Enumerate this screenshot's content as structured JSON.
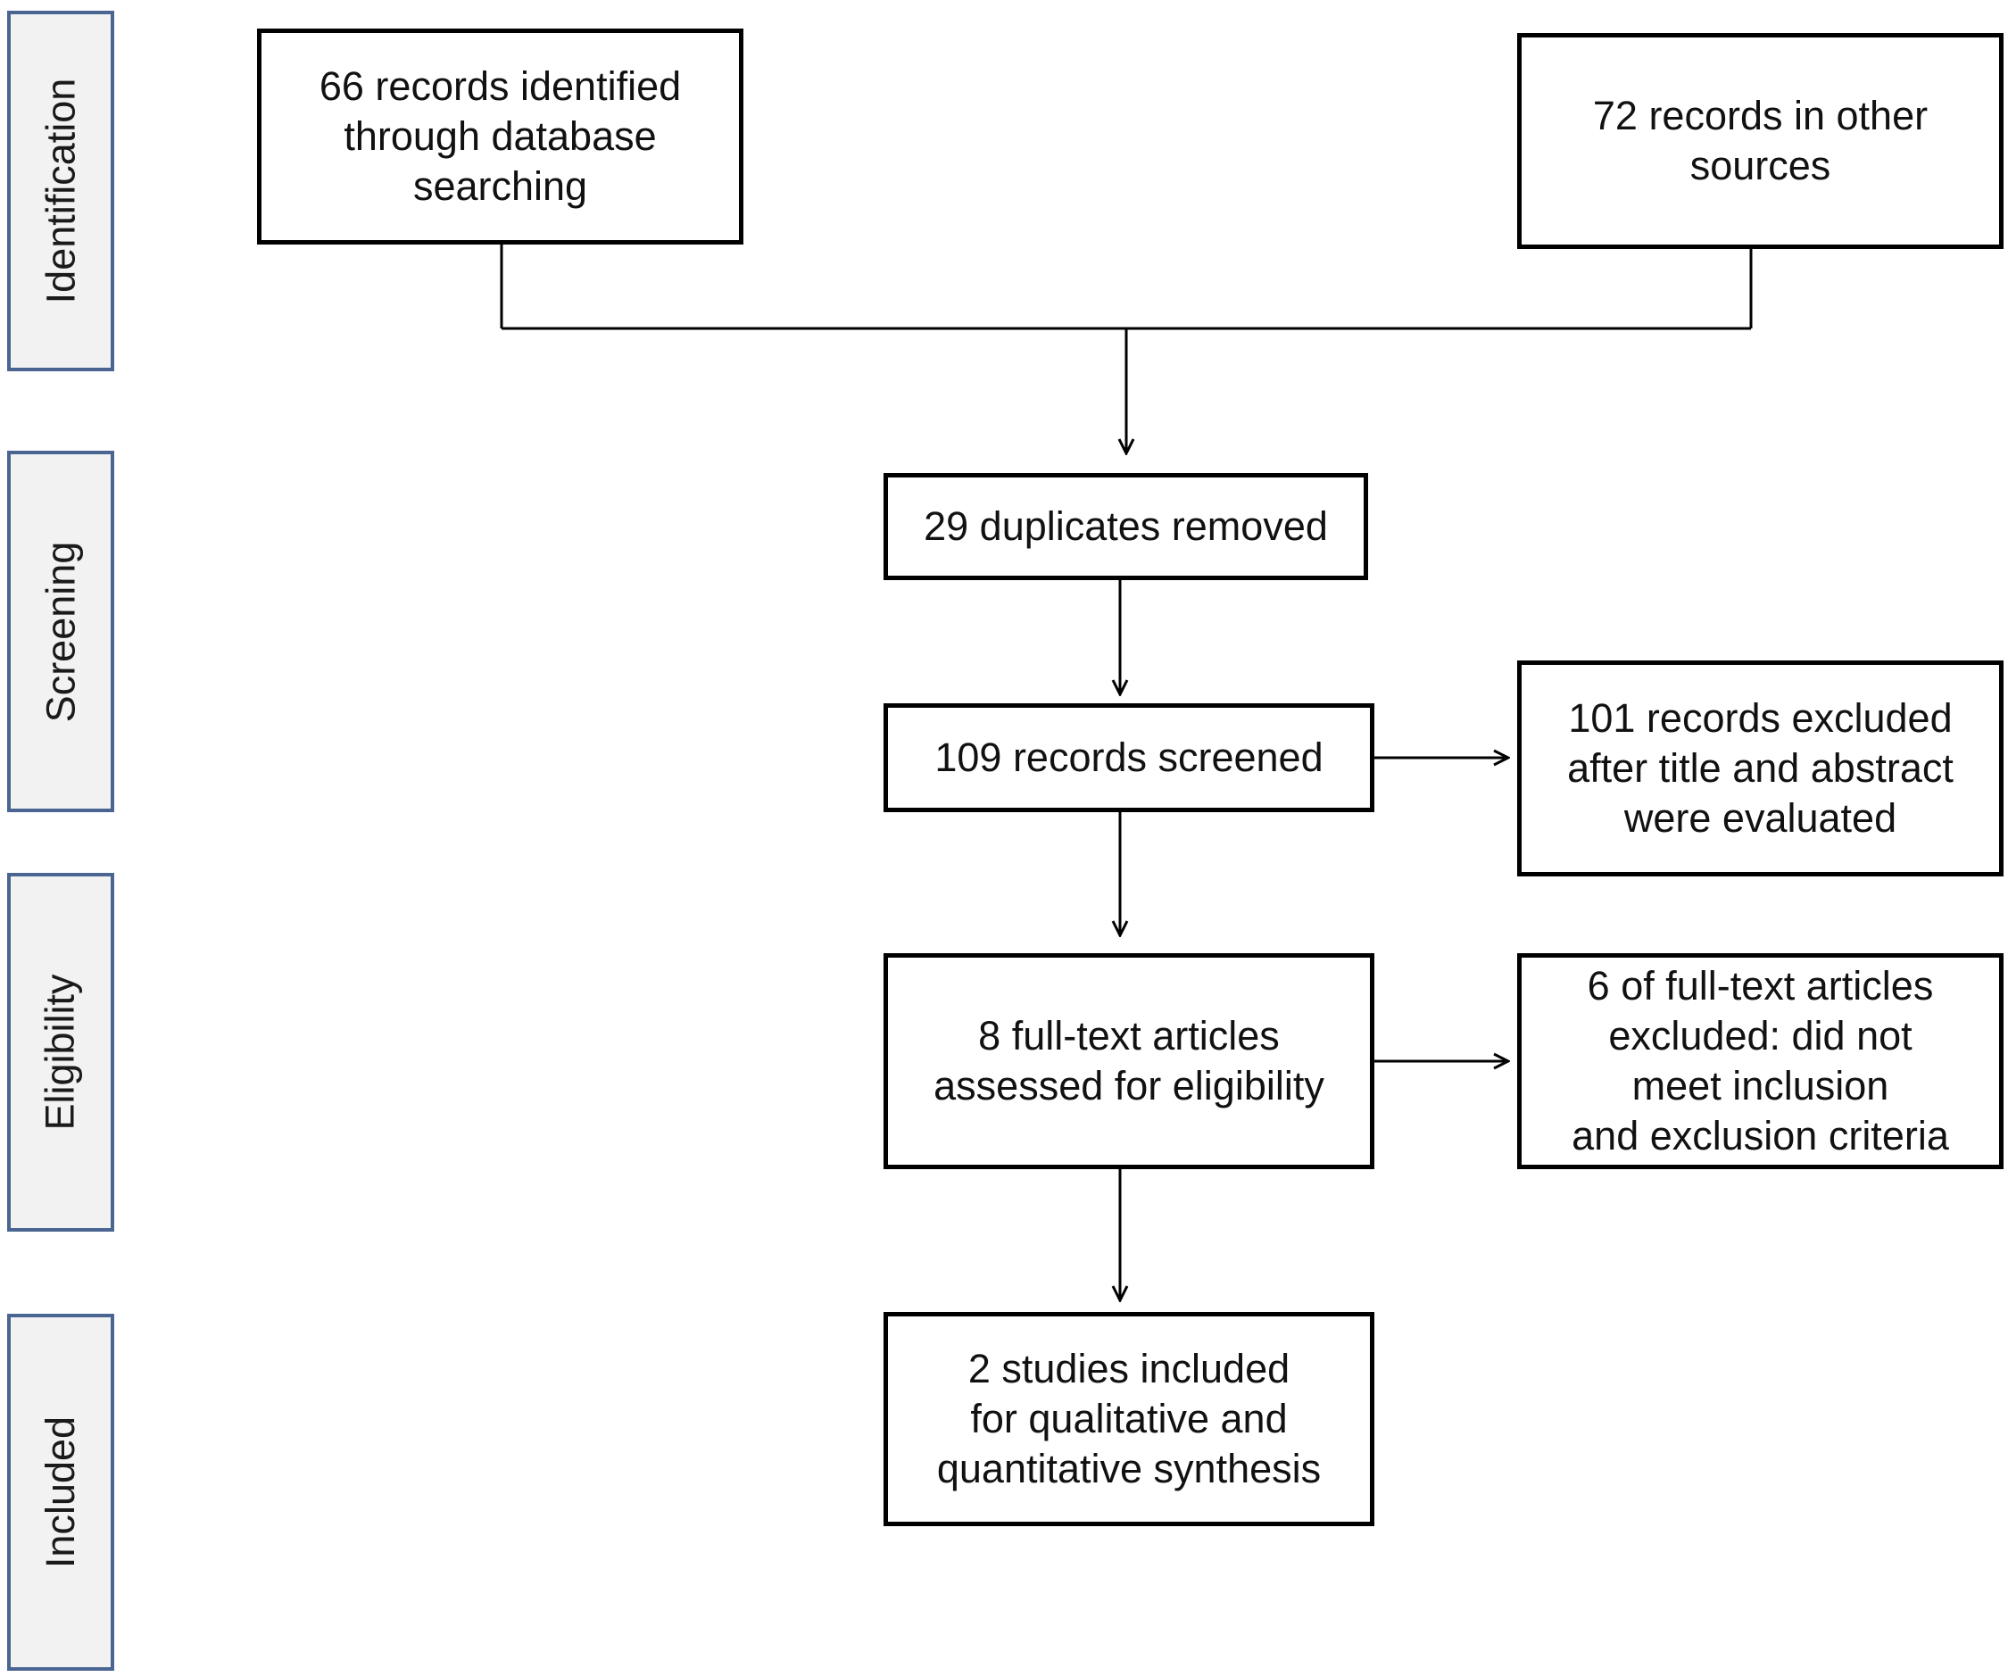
{
  "stages": {
    "identification": "Identification",
    "screening": "Screening",
    "eligibility": "Eligibility",
    "included": "Included"
  },
  "boxes": {
    "database_records": "66 records identified\nthrough database\nsearching",
    "other_sources": "72 records in other\nsources",
    "duplicates_removed": "29 duplicates removed",
    "records_screened": "109 records screened",
    "records_excluded": "101 records excluded\nafter title and abstract\nwere evaluated",
    "fulltext_assessed": "8 full-text articles\nassessed for eligibility",
    "fulltext_excluded": "6 of full-text articles\nexcluded: did not\nmeet inclusion\nand exclusion criteria",
    "studies_included": "2 studies included\nfor qualitative and\nquantitative synthesis"
  },
  "colors": {
    "stage_border": "#4a6592",
    "stage_fill": "#f2f2f2",
    "box_border": "#000000",
    "connector": "#000000"
  }
}
